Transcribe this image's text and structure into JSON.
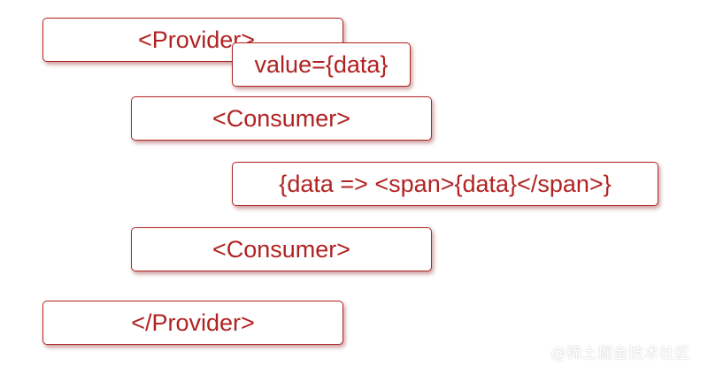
{
  "nodes": {
    "provider_open": "<Provider>",
    "value_prop": "value={data}",
    "consumer_1": "<Consumer>",
    "render_fn": "{data => <span>{data}</span>}",
    "consumer_2": "<Consumer>",
    "provider_close": "</Provider>"
  },
  "watermark": "@稀土掘金技术社区",
  "colors": {
    "stroke": "#b22222",
    "text": "#b22222",
    "background": "#ffffff"
  }
}
